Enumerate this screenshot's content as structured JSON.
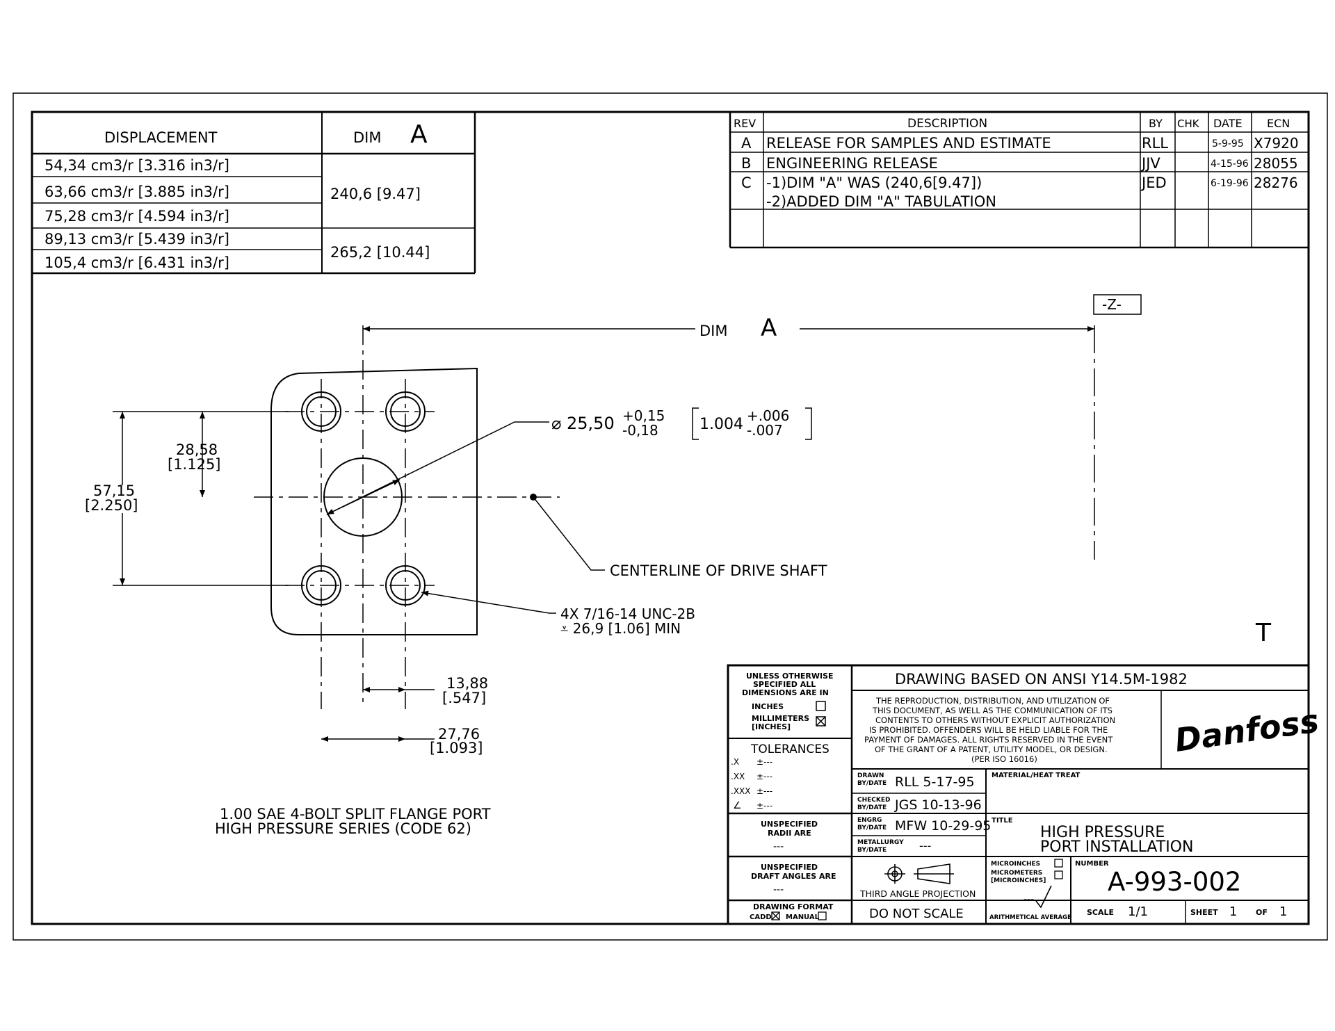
{
  "displacement_table": {
    "header_displacement": "DISPLACEMENT",
    "header_dim": "DIM",
    "header_dim_letter": "A",
    "rows": [
      "54,34  cm3/r  [3.316  in3/r]",
      "63,66  cm3/r  [3.885  in3/r]",
      "75,28  cm3/r  [4.594  in3/r]",
      "89,13  cm3/r  [5.439  in3/r]",
      "105,4  cm3/r  [6.431  in3/r]"
    ],
    "dim_values": [
      "240,6 [9.47]",
      "265,2 [10.44]"
    ]
  },
  "revision_table": {
    "headers": {
      "rev": "REV",
      "description": "DESCRIPTION",
      "by": "BY",
      "chk": "CHK",
      "date": "DATE",
      "ecn": "ECN"
    },
    "rows": [
      {
        "rev": "A",
        "description": "RELEASE  FOR  SAMPLES  AND  ESTIMATE",
        "by": "RLL",
        "chk": "",
        "date": "5-9-95",
        "ecn": "X7920"
      },
      {
        "rev": "B",
        "description": "ENGINEERING  RELEASE",
        "by": "JJV",
        "chk": "",
        "date": "4-15-96",
        "ecn": "28055"
      },
      {
        "rev": "C",
        "description": "-1)DIM  \"A\"  WAS  (240,6[9.47])",
        "description2": "-2)ADDED  DIM  \"A\"  TABULATION",
        "by": "JED",
        "chk": "",
        "date": "6-19-96",
        "ecn": "28276"
      }
    ]
  },
  "drawing": {
    "dim_a_label": "DIM",
    "dim_a_letter": "A",
    "datum_z": "-Z-",
    "bore_dia_symbol": "⌀",
    "bore_dia_value": "25,50",
    "bore_tol_plus": "+0,15",
    "bore_tol_minus": "-0,18",
    "bore_inch_value": "1.004",
    "bore_inch_plus": "+.006",
    "bore_inch_minus": "-.007",
    "dim_28_mm": "28,58",
    "dim_28_in": "[1.125]",
    "dim_57_mm": "57,15",
    "dim_57_in": "[2.250]",
    "centerline_label": "CENTERLINE  OF  DRIVE  SHAFT",
    "thread_note_1": "4X  7/16-14  UNC-2B",
    "thread_note_2": "⩡ 26,9  [1.06]  MIN",
    "dim_13_mm": "13,88",
    "dim_13_in": "[.547]",
    "dim_27_mm": "27,76",
    "dim_27_in": "[1.093]",
    "caption_1": "1.00  SAE  4-BOLT  SPLIT  FLANGE  PORT",
    "caption_2": "HIGH  PRESSURE  SERIES  (CODE  62)",
    "marker_t": "T"
  },
  "title_block": {
    "unless_1": "UNLESS  OTHERWISE",
    "unless_2": "SPECIFIED  ALL",
    "unless_3": "DIMENSIONS  ARE  IN",
    "inches": "INCHES",
    "millimeters": "MILLIMETERS",
    "millimeters_sub": "[INCHES]",
    "tolerances": "TOLERANCES",
    "tol_x": ".X",
    "tol_xx": ".XX",
    "tol_xxx": ".XXX",
    "tol_angle": "∠",
    "tol_value": "±---",
    "radii_1": "UNSPECIFIED",
    "radii_2": "RADII  ARE",
    "radii_val": "---",
    "draft_1": "UNSPECIFIED",
    "draft_2": "DRAFT  ANGLES  ARE",
    "draft_val": "---",
    "format_1": "DRAWING  FORMAT",
    "format_cadd": "CADD",
    "format_manual": "MANUAL",
    "ansi": "DRAWING  BASED  ON  ANSI  Y14.5M-1982",
    "legal": [
      "THE  REPRODUCTION,  DISTRIBUTION,  AND  UTILIZATION  OF",
      "THIS  DOCUMENT,  AS  WELL  AS  THE  COMMUNICATION  OF  ITS",
      "CONTENTS  TO  OTHERS  WITHOUT  EXPLICIT  AUTHORIZATION",
      "IS  PROHIBITED.   OFFENDERS  WILL  BE  HELD  LIABLE  FOR  THE",
      "PAYMENT  OF  DAMAGES.   ALL  RIGHTS  RESERVED  IN  THE  EVENT",
      "OF  THE  GRANT  OF  A  PATENT,  UTILITY  MODEL,  OR  DESIGN.",
      "(PER  ISO  16016)"
    ],
    "brand": "Danfoss",
    "drawn_label_1": "DRAWN",
    "drawn_label_2": "BY/DATE",
    "drawn_value": "RLL  5-17-95",
    "checked_label_1": "CHECKED",
    "checked_label_2": "BY/DATE",
    "checked_value": "JGS  10-13-96",
    "engrg_label_1": "ENGRG",
    "engrg_label_2": "BY/DATE",
    "engrg_value": "MFW  10-29-95",
    "metallurgy_label_1": "METALLURGY",
    "metallurgy_label_2": "BY/DATE",
    "metallurgy_value": "---",
    "material_label": "MATERIAL/HEAT  TREAT",
    "title_label": "TITLE",
    "title_1": "HIGH  PRESSURE",
    "title_2": "PORT  INSTALLATION",
    "third_angle": "THIRD  ANGLE  PROJECTION",
    "do_not_scale": "DO  NOT  SCALE",
    "micro_1": "MICROINCHES",
    "micro_2": "MICROMETERS",
    "micro_3": "[MICROINCHES]",
    "micro_val": "---",
    "arith": "ARITHMETICAL  AVERAGE",
    "number_label": "NUMBER",
    "number_value": "A-993-002",
    "scale_label": "SCALE",
    "scale_value": "1/1",
    "sheet_label": "SHEET",
    "sheet_value": "1",
    "of_label": "OF",
    "of_value": "1"
  }
}
